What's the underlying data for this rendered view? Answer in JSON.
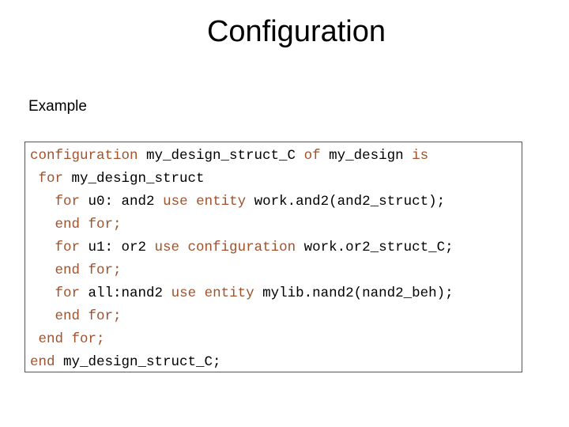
{
  "title": "Configuration",
  "subtitle": "Example",
  "code": {
    "lines": [
      {
        "indent": "",
        "tokens": [
          {
            "t": "configuration",
            "k": "kw"
          },
          {
            "t": " my_design_struct_C ",
            "k": "id"
          },
          {
            "t": "of",
            "k": "kw"
          },
          {
            "t": " my_design ",
            "k": "id"
          },
          {
            "t": "is",
            "k": "kw"
          }
        ]
      },
      {
        "indent": " ",
        "tokens": [
          {
            "t": "for",
            "k": "kw"
          },
          {
            "t": " my_design_struct",
            "k": "id"
          }
        ]
      },
      {
        "indent": "   ",
        "tokens": [
          {
            "t": "for",
            "k": "kw"
          },
          {
            "t": " u0: and2 ",
            "k": "id"
          },
          {
            "t": "use entity",
            "k": "kw"
          },
          {
            "t": " work.and2(and2_struct);",
            "k": "id"
          }
        ]
      },
      {
        "indent": "   ",
        "tokens": [
          {
            "t": "end for;",
            "k": "kw"
          }
        ]
      },
      {
        "indent": "   ",
        "tokens": [
          {
            "t": "for",
            "k": "kw"
          },
          {
            "t": " u1: or2 ",
            "k": "id"
          },
          {
            "t": "use configuration",
            "k": "kw"
          },
          {
            "t": " work.or2_struct_C;",
            "k": "id"
          }
        ]
      },
      {
        "indent": "   ",
        "tokens": [
          {
            "t": "end for;",
            "k": "kw"
          }
        ]
      },
      {
        "indent": "   ",
        "tokens": [
          {
            "t": "for",
            "k": "kw"
          },
          {
            "t": " all:nand2 ",
            "k": "id"
          },
          {
            "t": "use entity",
            "k": "kw"
          },
          {
            "t": " mylib.nand2(nand2_beh);",
            "k": "id"
          }
        ]
      },
      {
        "indent": "   ",
        "tokens": [
          {
            "t": "end for;",
            "k": "kw"
          }
        ]
      },
      {
        "indent": " ",
        "tokens": [
          {
            "t": "end for;",
            "k": "kw"
          }
        ]
      },
      {
        "indent": "",
        "tokens": [
          {
            "t": "end",
            "k": "kw"
          },
          {
            "t": " my_design_struct_C;",
            "k": "id"
          }
        ]
      }
    ]
  },
  "colors": {
    "keyword": "#a0522d",
    "identifier": "#000000",
    "border": "#555555"
  }
}
